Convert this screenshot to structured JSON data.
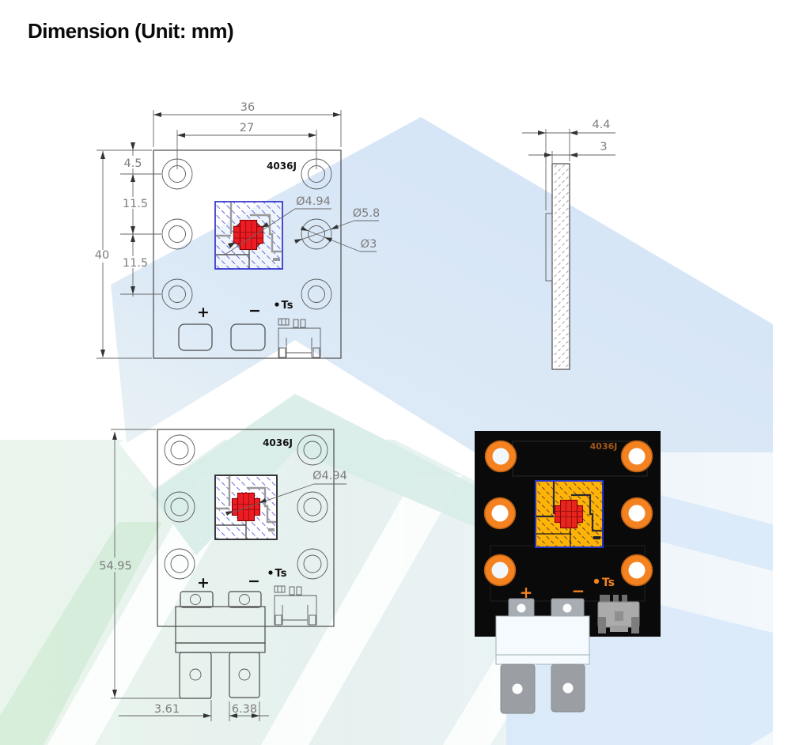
{
  "title": "Dimension (Unit: mm)",
  "front_view": {
    "part_label": "4036J",
    "dim_board_width": "36",
    "dim_hole_pitch": "27",
    "dim_board_height": "40",
    "dim_hole_top_offset": "4.5",
    "dim_hole_pitch_v1": "11.5",
    "dim_hole_pitch_v2": "11.5",
    "dim_emitter_dia": "Ø4.94",
    "dim_pad_dia": "Ø5.8",
    "dim_hole_dia": "Ø3",
    "label_positive": "+",
    "label_negative": "−",
    "label_thermistor": "Ts"
  },
  "side_view": {
    "dim_total_thickness": "4.4",
    "dim_board_thickness": "3"
  },
  "bottom_view": {
    "part_label": "4036J",
    "dim_total_height": "54.95",
    "dim_emitter_dia": "Ø4.94",
    "dim_tab_offset": "3.61",
    "dim_tab_width": "6.38",
    "label_positive": "+",
    "label_negative": "−",
    "label_thermistor": "Ts"
  },
  "photo_view": {
    "part_label": "4036J",
    "label_positive": "+",
    "label_negative": "−",
    "label_thermistor": "Ts"
  },
  "colors": {
    "pad_orange": "#F58220",
    "emitter_amber": "#FFB307",
    "chip_red": "#E8251D",
    "hatch_blue": "#5B5BD6",
    "board_black": "#0A0A0A",
    "watermark_blue": "#D6E5F7",
    "watermark_green": "#DCEFE0"
  }
}
